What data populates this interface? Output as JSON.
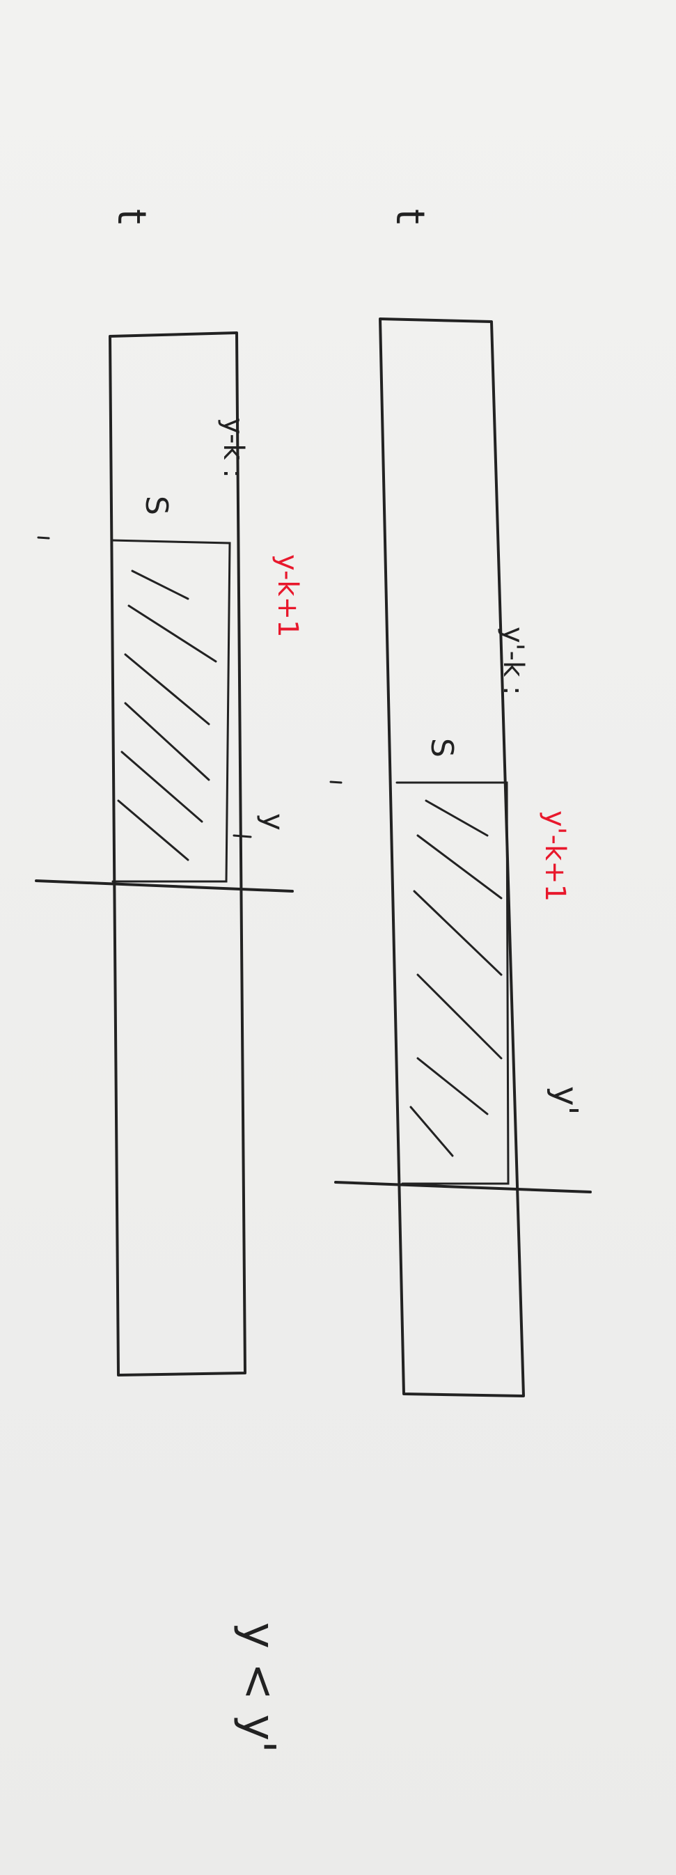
{
  "diagram": {
    "strip_t": {
      "name_label": "t",
      "window_start_label": "S",
      "range_black": "y-k :",
      "range_red": "y-k+1",
      "end_label": "y"
    },
    "strip_right": {
      "name_label": "t",
      "window_start_label": "S",
      "range_black": "y'-k :",
      "range_red": "y'-k+1",
      "end_label": "y'"
    },
    "condition": "y < y'",
    "colors": {
      "ink": "#222222",
      "correction": "#e8182c",
      "paper": "#efefed"
    }
  }
}
